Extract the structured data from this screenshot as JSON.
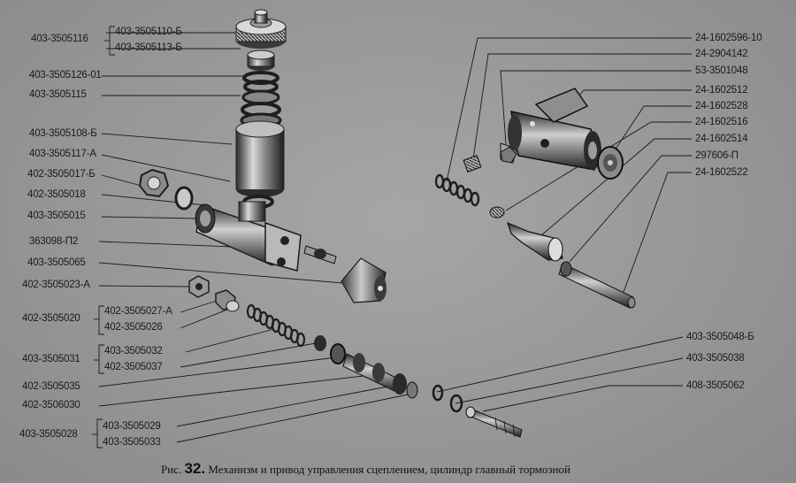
{
  "figure": {
    "caption_prefix": "Рис.",
    "caption_number": "32.",
    "caption_text": "Механизм и привод управления сцеплением, цилиндр главный тормозной"
  },
  "labels_left": [
    "403-3505116",
    "403-3505110-Б",
    "403-3505113-Б",
    "403-3505126-01",
    "403-3505115",
    "403-3505108-Б",
    "403-3505117-А",
    "402-3505017-Б",
    "402-3505018",
    "403-3505015",
    "363098-П2",
    "403-3505065",
    "402-3505023-А",
    "402-3505020",
    "402-3505027-А",
    "402-3505026",
    "403-3505031",
    "403-3505032",
    "402-3505037",
    "402-3505035",
    "402-3506030",
    "403-3505028",
    "403-3505029",
    "403-3505033"
  ],
  "labels_right": [
    "24-1602596-10",
    "24-2904142",
    "53-3501048",
    "24-1602512",
    "24-1602528",
    "24-1602516",
    "24-1602514",
    "297606-П",
    "24-1602522",
    "403-3505048-Б",
    "403-3505038",
    "408-3505062"
  ]
}
